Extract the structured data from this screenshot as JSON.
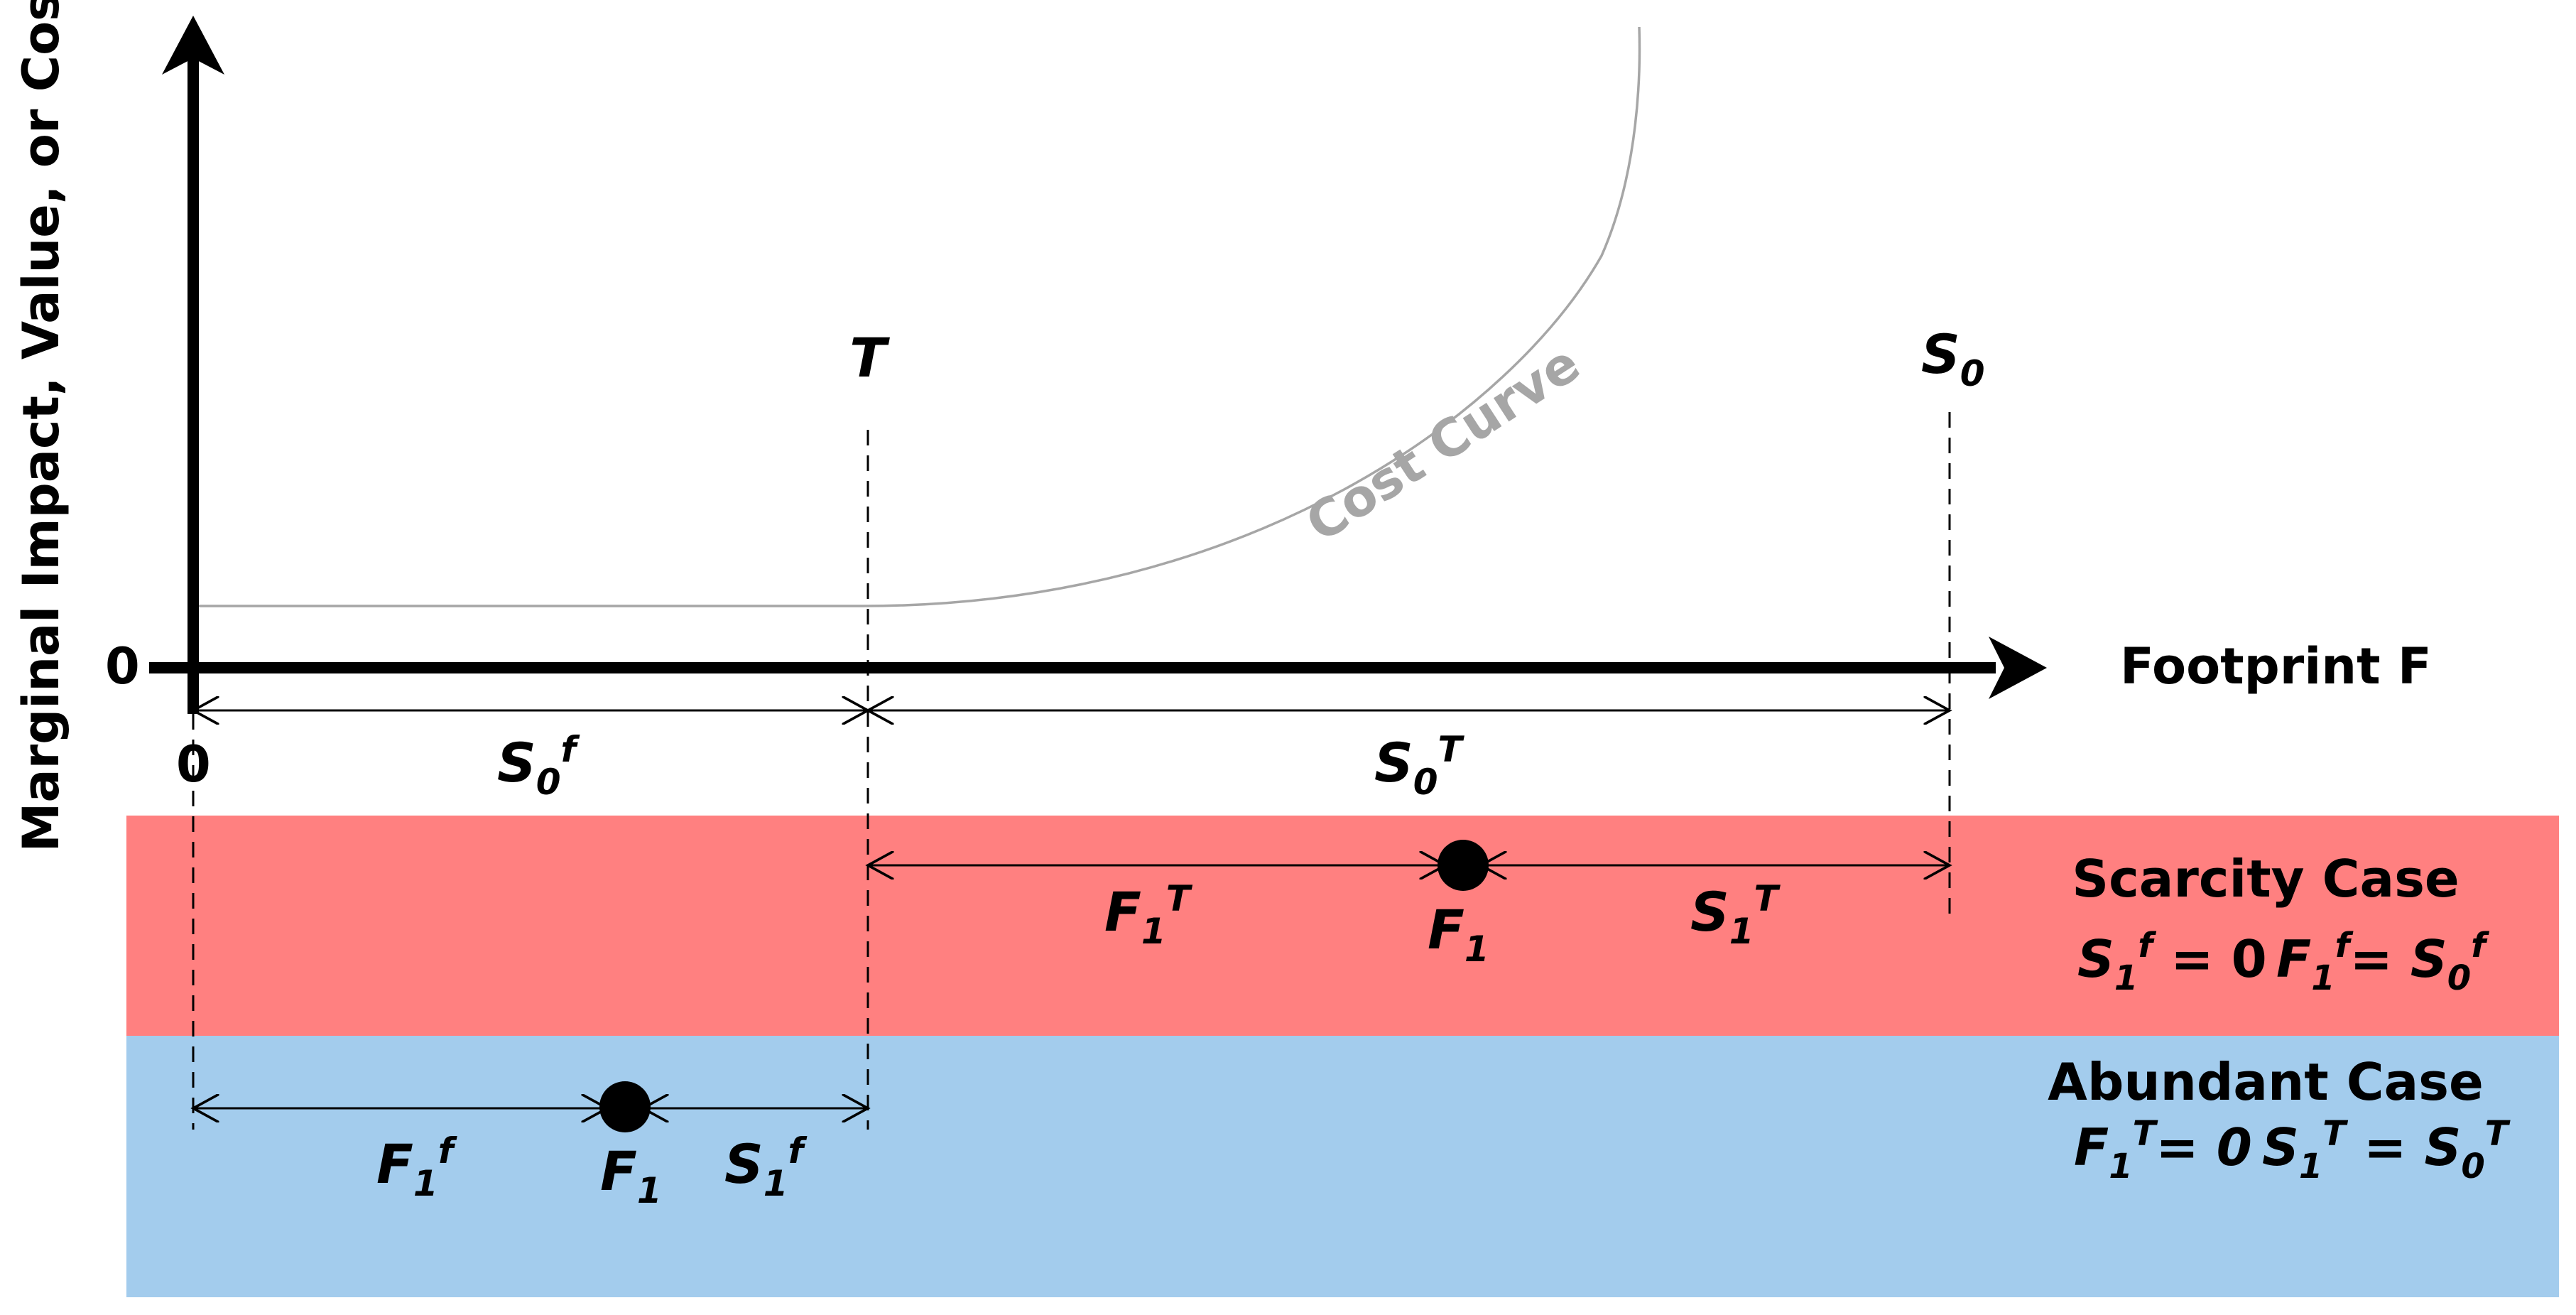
{
  "axis": {
    "y_label": "Marginal Impact, Value, or Cost",
    "x_label": "Footprint F",
    "origin_y": "0",
    "origin_x": "0"
  },
  "markers": {
    "threshold": "T",
    "stock": {
      "base": "S",
      "sub": "0"
    }
  },
  "curve": {
    "label": "Cost Curve",
    "color": "#a6a6a6"
  },
  "spans": {
    "s0f": {
      "base": "S",
      "sub": "0",
      "sup": "f"
    },
    "s0T": {
      "base": "S",
      "sub": "0",
      "sup": "T"
    }
  },
  "scarcity": {
    "title": "Scarcity Case",
    "color": "#ff8080",
    "f1T": {
      "base": "F",
      "sub": "1",
      "sup": "T"
    },
    "f1": {
      "base": "F",
      "sub": "1"
    },
    "s1T": {
      "base": "S",
      "sub": "1",
      "sup": "T"
    },
    "eq_left": {
      "base": "S",
      "sub": "1",
      "sup": "f",
      "rest": " = 0"
    },
    "eq_right": {
      "base": "F",
      "sub": "1",
      "sup": "f",
      "mid": "= S",
      "sub2": "0",
      "sup2": "f"
    }
  },
  "abundant": {
    "title": "Abundant Case",
    "color": "#a3cced",
    "f1f": {
      "base": "F",
      "sub": "1",
      "sup": "f"
    },
    "f1": {
      "base": "F",
      "sub": "1"
    },
    "s1f": {
      "base": "S",
      "sub": "1",
      "sup": "f"
    },
    "eq_left": {
      "base": "F",
      "sub": "1",
      "sup": "T",
      "rest": "= 0"
    },
    "eq_right": {
      "base": "S",
      "sub": "1",
      "sup": "T",
      "mid": " = S",
      "sub2": "0",
      "sup2": "T"
    }
  }
}
